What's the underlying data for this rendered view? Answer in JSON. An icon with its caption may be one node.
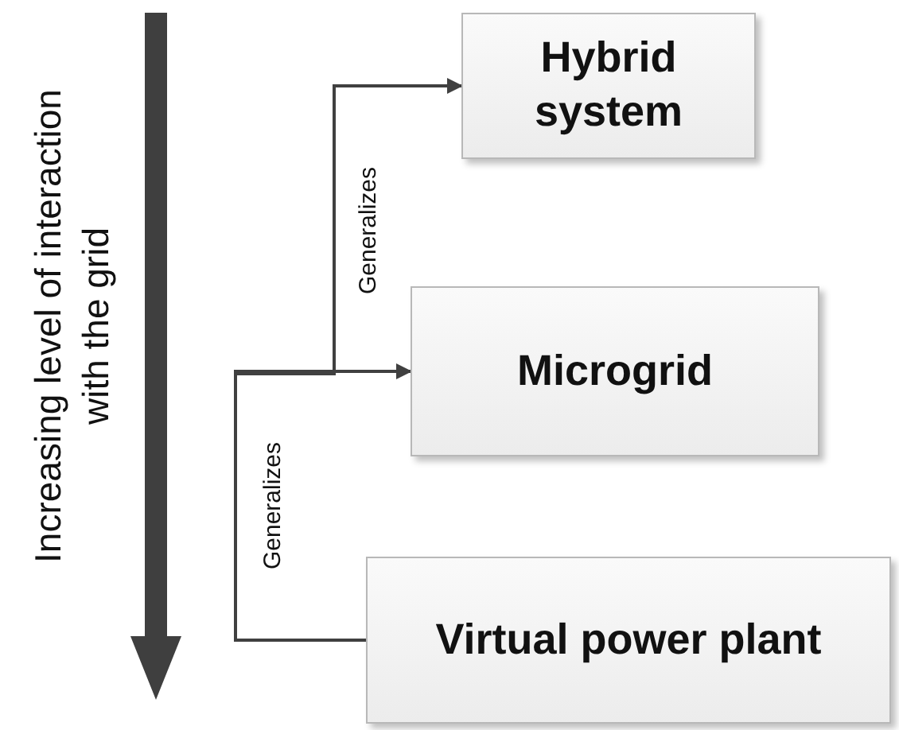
{
  "diagram": {
    "nodes": [
      {
        "text": [
          "Hybrid system"
        ]
      },
      {
        "text": [
          "Microgrid"
        ]
      },
      {
        "text": [
          "Virtual power plant"
        ]
      }
    ],
    "edges": [
      {
        "from": 2,
        "to": 1,
        "arrow": "to",
        "label": "Generalizes"
      },
      {
        "from": 2,
        "to": 0,
        "arrow": "to",
        "label": "Generalizes"
      }
    ],
    "labels": [
      "Increasing level of interaction with the grid"
    ]
  }
}
